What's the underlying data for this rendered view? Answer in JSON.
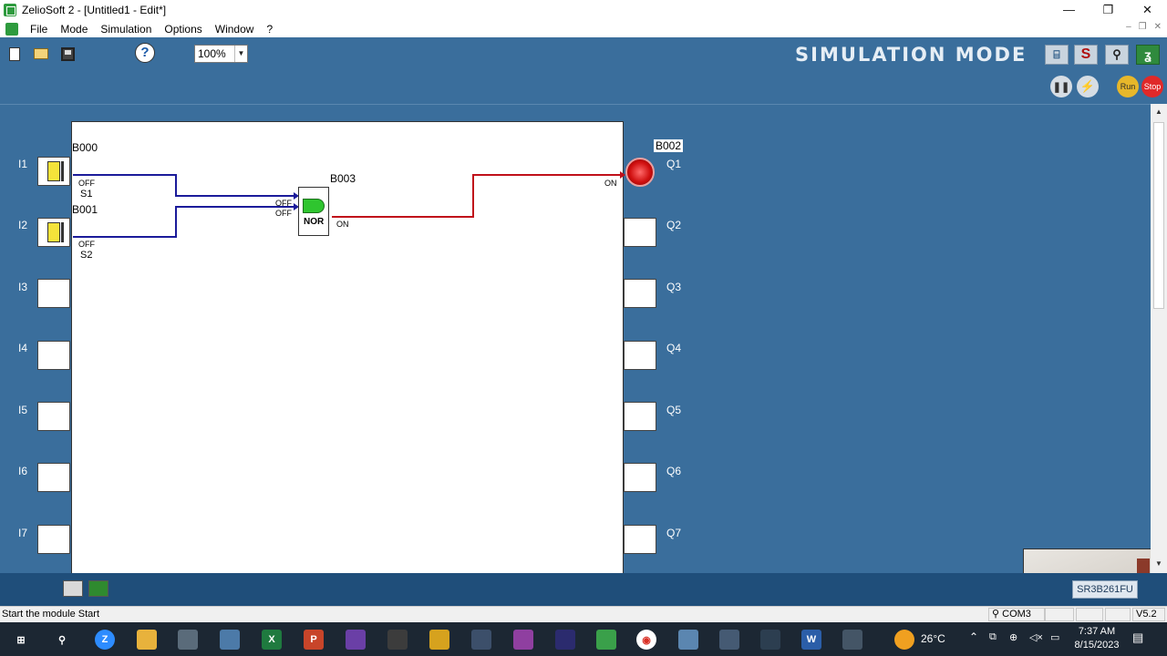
{
  "window": {
    "title": "ZelioSoft 2 - [Untitled1 - Edit*]",
    "minimize": "—",
    "restore": "❐",
    "close": "✕"
  },
  "menu": {
    "items": [
      "File",
      "Mode",
      "Simulation",
      "Options",
      "Window",
      "?"
    ],
    "mdi_minimize": "–",
    "mdi_restore": "❐",
    "mdi_close": "✕"
  },
  "toolbar": {
    "zoom_value": "100%",
    "help_glyph": "?",
    "simulation_label": "SIMULATION MODE",
    "mode_s_label": "S",
    "run_label": "Run",
    "stop_label": "Stop",
    "pause_glyph": "❚❚",
    "flash_glyph": "⚡"
  },
  "diagram": {
    "inputs": [
      "I1",
      "I2",
      "I3",
      "I4",
      "I5",
      "I6",
      "I7"
    ],
    "outputs": [
      "Q1",
      "Q2",
      "Q3",
      "Q4",
      "Q5",
      "Q6",
      "Q7"
    ],
    "block_b000": "B000",
    "block_b001": "B001",
    "block_b003": "B003",
    "block_b002": "B002",
    "s1_label": "S1",
    "s2_label": "S2",
    "b000_state": "OFF",
    "b001_state": "OFF",
    "nor_in1_state": "OFF",
    "nor_in2_state": "OFF",
    "nor_out_state": "ON",
    "q1_state": "ON",
    "nor_label": "NOR",
    "wire_off_color": "#1b1b9a",
    "wire_on_color": "#c0101a"
  },
  "bottom": {
    "module_ref": "SR3B261FU"
  },
  "status": {
    "message": "Start the module Start",
    "port": "COM3",
    "version": "V5.2"
  },
  "taskbar": {
    "temperature": "26°C",
    "time": "7:37 AM",
    "date": "8/15/2023"
  }
}
